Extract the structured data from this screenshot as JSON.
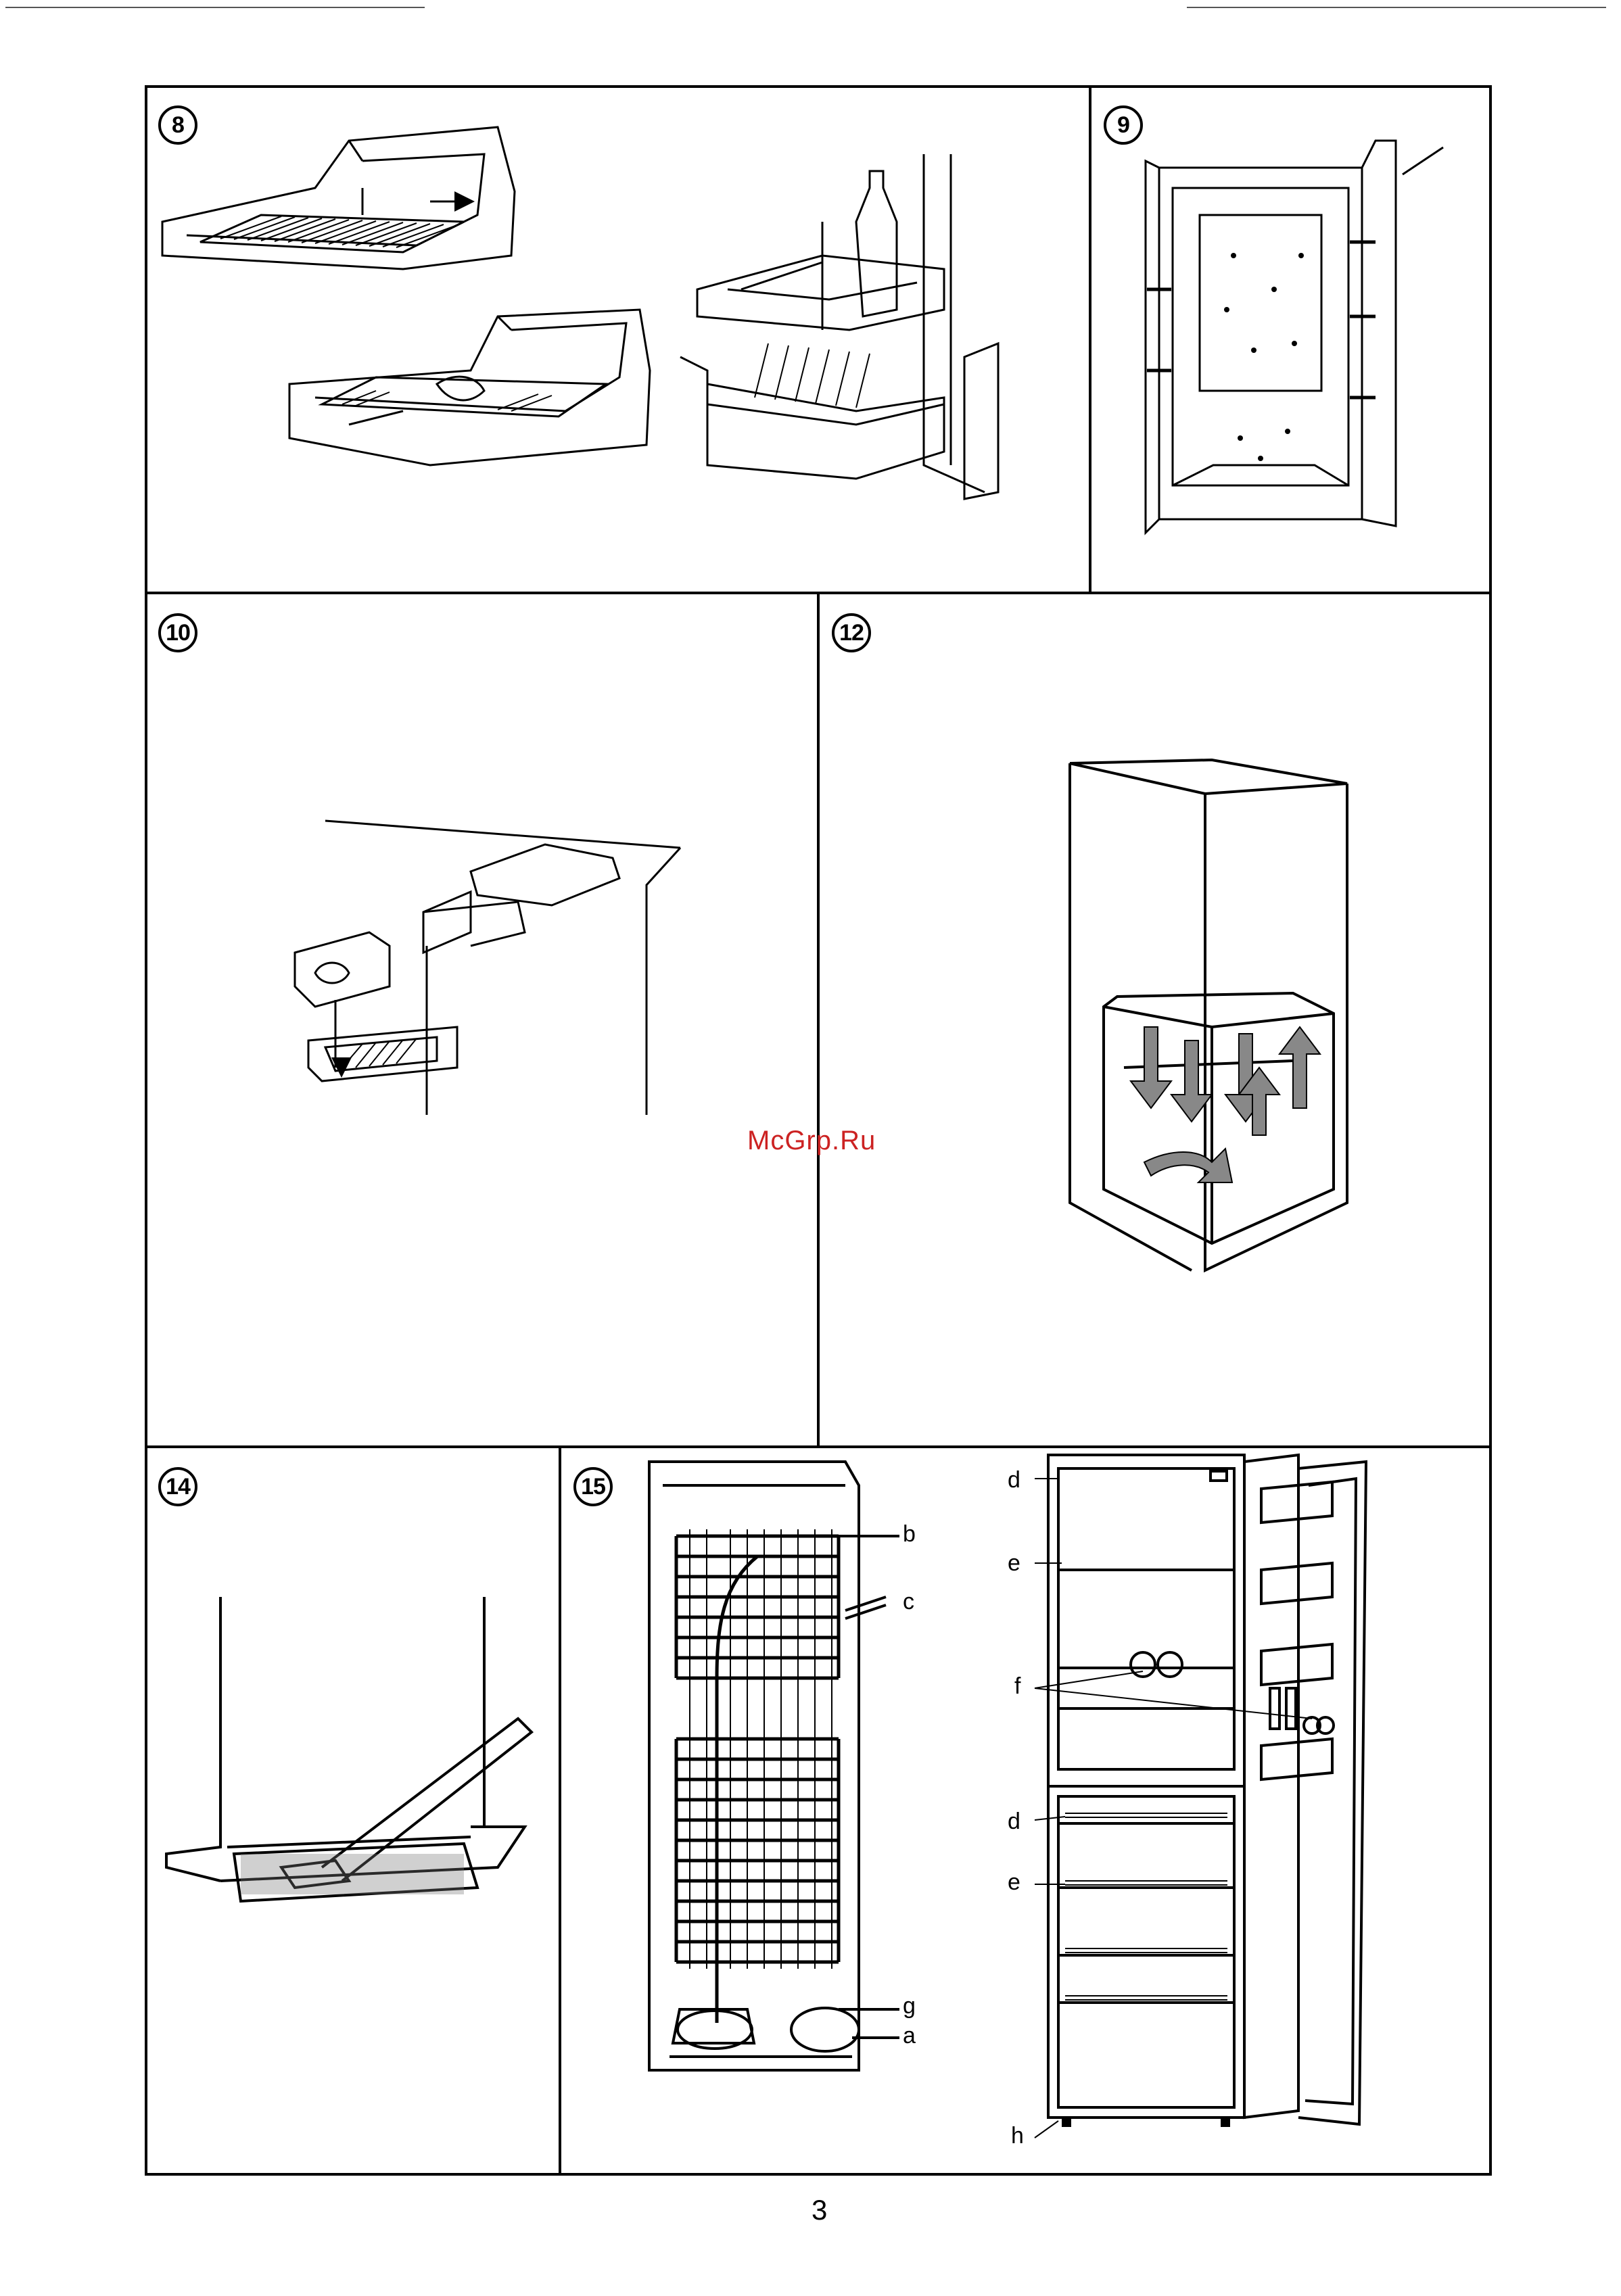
{
  "figures": {
    "fig8": {
      "number": "8"
    },
    "fig9": {
      "number": "9"
    },
    "fig10": {
      "number": "10"
    },
    "fig12": {
      "number": "12"
    },
    "fig14": {
      "number": "14"
    },
    "fig15": {
      "number": "15",
      "rear_labels": [
        "b",
        "c",
        "g",
        "a"
      ],
      "front_labels": [
        "d",
        "e",
        "f",
        "d",
        "e",
        "h"
      ]
    }
  },
  "watermark": "McGrp.Ru",
  "page_number": "3"
}
